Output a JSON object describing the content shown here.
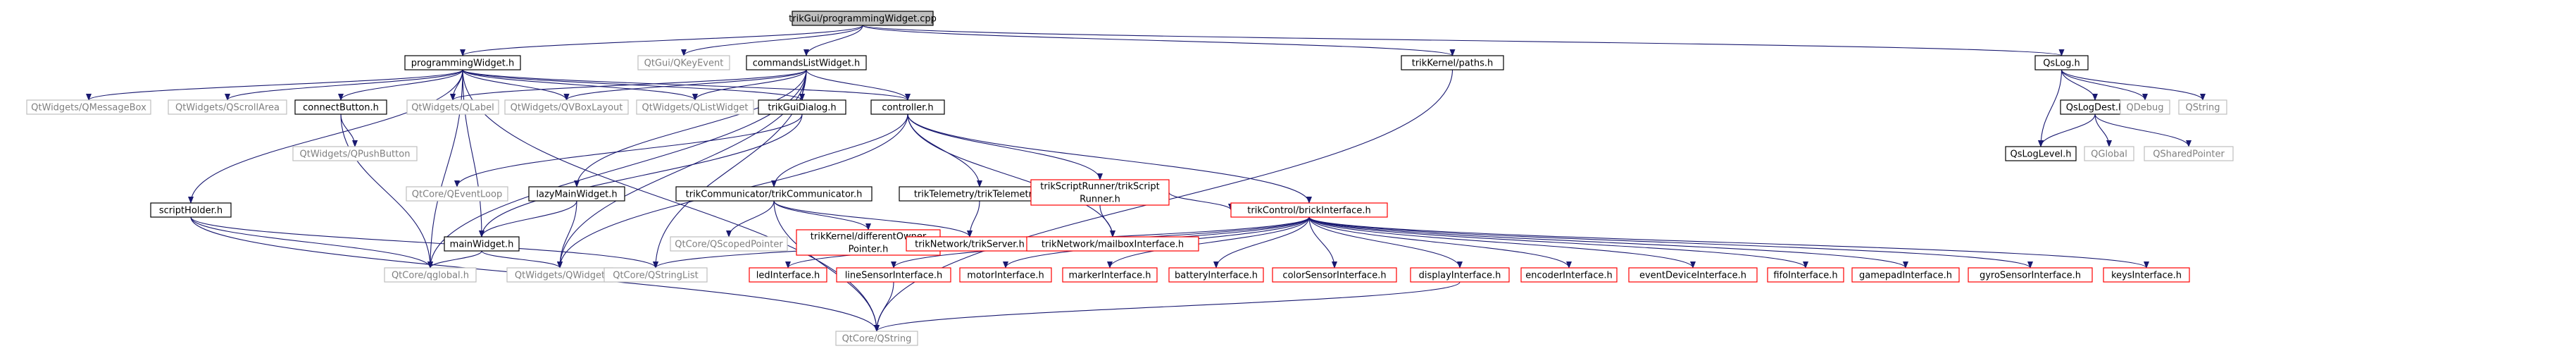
{
  "colors": {
    "edge": "#191970",
    "border_black": "#000000",
    "border_gray": "#bfbfbf",
    "border_red": "#ff0000",
    "root_fill": "#bfbfbf",
    "text": "#000000",
    "text_gray": "#7f7f7f"
  },
  "nodes": [
    {
      "id": "root",
      "label": "trikGui/programmingWidget.cpp",
      "kind": "root"
    },
    {
      "id": "progw",
      "label": "programmingWidget.h",
      "kind": "black"
    },
    {
      "id": "qkeyevent",
      "label": "QtGui/QKeyEvent",
      "kind": "gray"
    },
    {
      "id": "cmdlist",
      "label": "commandsListWidget.h",
      "kind": "black"
    },
    {
      "id": "paths",
      "label": "trikKernel/paths.h",
      "kind": "black"
    },
    {
      "id": "qslog",
      "label": "QsLog.h",
      "kind": "black"
    },
    {
      "id": "qmessagebox",
      "label": "QtWidgets/QMessageBox",
      "kind": "gray"
    },
    {
      "id": "qscrollarea",
      "label": "QtWidgets/QScrollArea",
      "kind": "gray"
    },
    {
      "id": "connectbtn",
      "label": "connectButton.h",
      "kind": "black"
    },
    {
      "id": "qlabel",
      "label": "QtWidgets/QLabel",
      "kind": "gray"
    },
    {
      "id": "qvboxlayout",
      "label": "QtWidgets/QVBoxLayout",
      "kind": "gray"
    },
    {
      "id": "qlistwidget",
      "label": "QtWidgets/QListWidget",
      "kind": "gray"
    },
    {
      "id": "trikguidialog",
      "label": "trikGuiDialog.h",
      "kind": "black"
    },
    {
      "id": "controller",
      "label": "controller.h",
      "kind": "black"
    },
    {
      "id": "qslogdest",
      "label": "QsLogDest.h",
      "kind": "black"
    },
    {
      "id": "qdebug",
      "label": "QDebug",
      "kind": "gray"
    },
    {
      "id": "qstring_plain",
      "label": "QString",
      "kind": "gray"
    },
    {
      "id": "qpushbutton",
      "label": "QtWidgets/QPushButton",
      "kind": "gray"
    },
    {
      "id": "qeventloop",
      "label": "QtCore/QEventLoop",
      "kind": "gray"
    },
    {
      "id": "lazymain",
      "label": "lazyMainWidget.h",
      "kind": "black"
    },
    {
      "id": "trikcomm",
      "label": "trikCommunicator/trikCommunicator.h",
      "kind": "black"
    },
    {
      "id": "trikcelem",
      "label": "trikTelemetry/trikTelemetry.h",
      "kind": "black"
    },
    {
      "id": "scriptrunner",
      "label": [
        "trikScriptRunner/trikScript",
        "Runner.h"
      ],
      "kind": "red"
    },
    {
      "id": "qsloglevel",
      "label": "QsLogLevel.h",
      "kind": "black"
    },
    {
      "id": "qglobal_plain",
      "label": "QGlobal",
      "kind": "gray"
    },
    {
      "id": "qsharedptr",
      "label": "QSharedPointer",
      "kind": "gray"
    },
    {
      "id": "scriptholder",
      "label": "scriptHolder.h",
      "kind": "black"
    },
    {
      "id": "mainwidget",
      "label": "mainWidget.h",
      "kind": "black"
    },
    {
      "id": "qscopedptr",
      "label": "QtCore/QScopedPointer",
      "kind": "gray"
    },
    {
      "id": "diffowner",
      "label": [
        "trikKernel/differentOwner",
        "Pointer.h"
      ],
      "kind": "red"
    },
    {
      "id": "triknetserver",
      "label": "trikNetwork/trikServer.h",
      "kind": "red"
    },
    {
      "id": "mailbox",
      "label": "trikNetwork/mailboxInterface.h",
      "kind": "red"
    },
    {
      "id": "brick",
      "label": "trikControl/brickInterface.h",
      "kind": "red"
    },
    {
      "id": "qtglobal",
      "label": "QtCore/qglobal.h",
      "kind": "gray"
    },
    {
      "id": "qwidget",
      "label": "QtWidgets/QWidget",
      "kind": "gray"
    },
    {
      "id": "qstringlist",
      "label": "QtCore/QStringList",
      "kind": "gray"
    },
    {
      "id": "led",
      "label": "ledInterface.h",
      "kind": "red"
    },
    {
      "id": "linesensor",
      "label": "lineSensorInterface.h",
      "kind": "red"
    },
    {
      "id": "motor",
      "label": "motorInterface.h",
      "kind": "red"
    },
    {
      "id": "marker",
      "label": "markerInterface.h",
      "kind": "red"
    },
    {
      "id": "battery",
      "label": "batteryInterface.h",
      "kind": "red"
    },
    {
      "id": "colorsensor",
      "label": "colorSensorInterface.h",
      "kind": "red"
    },
    {
      "id": "display",
      "label": "displayInterface.h",
      "kind": "red"
    },
    {
      "id": "encoder",
      "label": "encoderInterface.h",
      "kind": "red"
    },
    {
      "id": "eventdevice",
      "label": "eventDeviceInterface.h",
      "kind": "red"
    },
    {
      "id": "fifo",
      "label": "fifoInterface.h",
      "kind": "red"
    },
    {
      "id": "gamepad",
      "label": "gamepadInterface.h",
      "kind": "red"
    },
    {
      "id": "gyro",
      "label": "gyroSensorInterface.h",
      "kind": "red"
    },
    {
      "id": "keys",
      "label": "keysInterface.h",
      "kind": "red"
    },
    {
      "id": "qtstring",
      "label": "QtCore/QString",
      "kind": "gray"
    }
  ],
  "edges": [
    [
      "root",
      "progw"
    ],
    [
      "root",
      "qkeyevent"
    ],
    [
      "root",
      "cmdlist"
    ],
    [
      "root",
      "paths"
    ],
    [
      "root",
      "qslog"
    ],
    [
      "progw",
      "qmessagebox"
    ],
    [
      "progw",
      "qscrollarea"
    ],
    [
      "progw",
      "connectbtn"
    ],
    [
      "progw",
      "qlabel"
    ],
    [
      "progw",
      "qvboxlayout"
    ],
    [
      "progw",
      "qlistwidget"
    ],
    [
      "progw",
      "trikguidialog"
    ],
    [
      "progw",
      "controller"
    ],
    [
      "progw",
      "scriptholder"
    ],
    [
      "progw",
      "qtglobal"
    ],
    [
      "progw",
      "qtstring"
    ],
    [
      "progw",
      "mainwidget"
    ],
    [
      "cmdlist",
      "qlabel"
    ],
    [
      "cmdlist",
      "qvboxlayout"
    ],
    [
      "cmdlist",
      "qlistwidget"
    ],
    [
      "cmdlist",
      "trikguidialog"
    ],
    [
      "cmdlist",
      "controller"
    ],
    [
      "cmdlist",
      "lazymain"
    ],
    [
      "cmdlist",
      "qwidget"
    ],
    [
      "cmdlist",
      "qstringlist"
    ],
    [
      "cmdlist",
      "qtglobal"
    ],
    [
      "paths",
      "qtstring"
    ],
    [
      "qslog",
      "qslogdest"
    ],
    [
      "qslog",
      "qdebug"
    ],
    [
      "qslog",
      "qstring_plain"
    ],
    [
      "qslog",
      "qsloglevel"
    ],
    [
      "qslogdest",
      "qsloglevel"
    ],
    [
      "qslogdest",
      "qglobal_plain"
    ],
    [
      "qslogdest",
      "qsharedptr"
    ],
    [
      "connectbtn",
      "qpushbutton"
    ],
    [
      "connectbtn",
      "qtglobal"
    ],
    [
      "trikguidialog",
      "qeventloop"
    ],
    [
      "trikguidialog",
      "mainwidget"
    ],
    [
      "controller",
      "trikcomm"
    ],
    [
      "controller",
      "trikcelem"
    ],
    [
      "controller",
      "scriptrunner"
    ],
    [
      "controller",
      "mailbox"
    ],
    [
      "controller",
      "brick"
    ],
    [
      "controller",
      "qwidget"
    ],
    [
      "lazymain",
      "mainwidget"
    ],
    [
      "lazymain",
      "qwidget"
    ],
    [
      "mainwidget",
      "qwidget"
    ],
    [
      "mainwidget",
      "qtglobal"
    ],
    [
      "trikcomm",
      "qscopedptr"
    ],
    [
      "trikcomm",
      "diffowner"
    ],
    [
      "trikcomm",
      "triknetserver"
    ],
    [
      "trikcomm",
      "qtstring"
    ],
    [
      "trikcelem",
      "triknetserver"
    ],
    [
      "scriptrunner",
      "mailbox"
    ],
    [
      "scriptrunner",
      "brick"
    ],
    [
      "scriptholder",
      "qtglobal"
    ],
    [
      "scriptholder",
      "qstringlist"
    ],
    [
      "scriptholder",
      "qtstring"
    ],
    [
      "brick",
      "qstringlist"
    ],
    [
      "brick",
      "led"
    ],
    [
      "brick",
      "linesensor"
    ],
    [
      "brick",
      "motor"
    ],
    [
      "brick",
      "marker"
    ],
    [
      "brick",
      "battery"
    ],
    [
      "brick",
      "colorsensor"
    ],
    [
      "brick",
      "display"
    ],
    [
      "brick",
      "encoder"
    ],
    [
      "brick",
      "eventdevice"
    ],
    [
      "brick",
      "fifo"
    ],
    [
      "brick",
      "gamepad"
    ],
    [
      "brick",
      "gyro"
    ],
    [
      "brick",
      "keys"
    ],
    [
      "display",
      "qtstring"
    ],
    [
      "linesensor",
      "qtstring"
    ]
  ]
}
